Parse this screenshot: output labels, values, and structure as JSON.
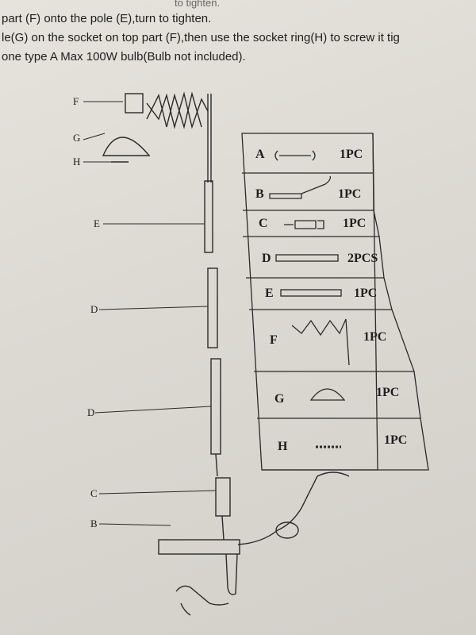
{
  "instructions": [
    "part (F) onto the pole (E),turn to tighten.",
    "le(G) on the socket on top part (F),then use the socket ring(H) to screw it tig",
    "one type A  Max 100W bulb(Bulb not included)."
  ],
  "callouts": [
    "F",
    "G",
    "H",
    "E",
    "D",
    "D",
    "C",
    "B"
  ],
  "parts": [
    {
      "letter": "A",
      "qty": "1PC",
      "icon": "wrench-icon"
    },
    {
      "letter": "B",
      "qty": "1PC",
      "icon": "clamp-cord-icon"
    },
    {
      "letter": "C",
      "qty": "1PC",
      "icon": "connector-icon"
    },
    {
      "letter": "D",
      "qty": "2PCS",
      "icon": "long-tube-icon"
    },
    {
      "letter": "E",
      "qty": "1PC",
      "icon": "short-tube-icon"
    },
    {
      "letter": "F",
      "qty": "1PC",
      "icon": "scissor-arm-icon"
    },
    {
      "letter": "G",
      "qty": "1PC",
      "icon": "lampshade-icon"
    },
    {
      "letter": "H",
      "qty": "1PC",
      "icon": "socket-ring-icon"
    }
  ]
}
